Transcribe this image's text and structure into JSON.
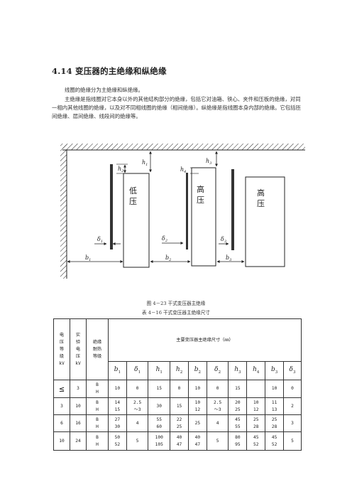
{
  "section": {
    "heading": "4.14  变压器的主绝缘和纵绝缘",
    "p1": "线圈的绝缘分为主绝缘和纵绝缘。",
    "p2": "主绝缘是指线圈对它本身以外的其他结构部分的绝缘，包括它对油箱、铁心、夹件和压板的绝缘，对同一相内其他线圈的绝缘，以及对不同相线圈的绝缘（相间绝缘）。纵绝缘是指线圈本身内部的绝缘。它包括匝间绝缘、层间绝缘、线段间的绝缘等。"
  },
  "figure": {
    "coil_low": "低压",
    "coil_high_1": "高压",
    "coil_high_2": "高压",
    "dims": {
      "h1": "h1",
      "h2": "h2",
      "h3": "h3",
      "h4": "h4",
      "d1": "δ1",
      "d2": "δ2",
      "d3": "δ3",
      "b1": "b1",
      "b2": "b2",
      "b3": "b3"
    },
    "caption": "图 4－23  干式变压器主绝缘",
    "table_caption": "表 4－16  干式变压器主绝缘尺寸"
  },
  "table": {
    "col_voltage": [
      "电",
      "压",
      "等",
      "级",
      "kV"
    ],
    "col_test": [
      "实",
      "验",
      "电",
      "压",
      "kV"
    ],
    "col_class": [
      "绝缘",
      "耐热",
      "等级"
    ],
    "main_header": "主要变压器主绝缘尺寸（㎜）",
    "dim_headers": [
      {
        "sym": "b",
        "sub": "1"
      },
      {
        "sym": "δ",
        "sub": "1"
      },
      {
        "sym": "h",
        "sub": "1"
      },
      {
        "sym": "h",
        "sub": "2"
      },
      {
        "sym": "b",
        "sub": "2"
      },
      {
        "sym": "δ",
        "sub": "2"
      },
      {
        "sym": "h",
        "sub": "3"
      },
      {
        "sym": "h",
        "sub": "4"
      },
      {
        "sym": "b",
        "sub": "3"
      },
      {
        "sym": "δ",
        "sub": "3"
      }
    ],
    "rows": [
      {
        "v": "≤",
        "t": "3",
        "cls": [
          "B",
          "H"
        ],
        "b1": "10",
        "d1": "0",
        "h1": "15",
        "h2": "0",
        "b2": "10",
        "d2": "0",
        "h3": "15",
        "h4": "",
        "b3": "10",
        "d3": "0"
      },
      {
        "v": "3",
        "t": "10",
        "cls": [
          "B",
          "H"
        ],
        "b1": [
          "14",
          "15"
        ],
        "d1": [
          "2.5",
          "～3"
        ],
        "h1": "30",
        "h2": "15",
        "b2": [
          "10",
          "12"
        ],
        "d2": [
          "2.5",
          "～3"
        ],
        "h3": [
          "20",
          "25"
        ],
        "h4": [
          "10",
          "12"
        ],
        "b3": [
          "11",
          "13"
        ],
        "d3": "2"
      },
      {
        "v": "6",
        "t": "16",
        "cls": [
          "B",
          "H"
        ],
        "b1": [
          "27",
          "30"
        ],
        "d1": "4",
        "h1": [
          "55",
          "60"
        ],
        "h2": [
          "22",
          "25"
        ],
        "b2": "25",
        "d2": "4",
        "h3": [
          "45",
          "55"
        ],
        "h4": [
          "25",
          "28"
        ],
        "b3": [
          "25",
          "28"
        ],
        "d3": "3"
      },
      {
        "v": "10",
        "t": "24",
        "cls": [
          "B",
          "H"
        ],
        "b1": [
          "50",
          "52"
        ],
        "d1": "5",
        "h1": [
          "100",
          "105"
        ],
        "h2": [
          "40",
          "47"
        ],
        "b2": [
          "40",
          "47"
        ],
        "d2": "5",
        "h3": [
          "80",
          "95"
        ],
        "h4": [
          "45",
          "52"
        ],
        "b3": [
          "45",
          "52"
        ],
        "d3": "5"
      }
    ]
  }
}
